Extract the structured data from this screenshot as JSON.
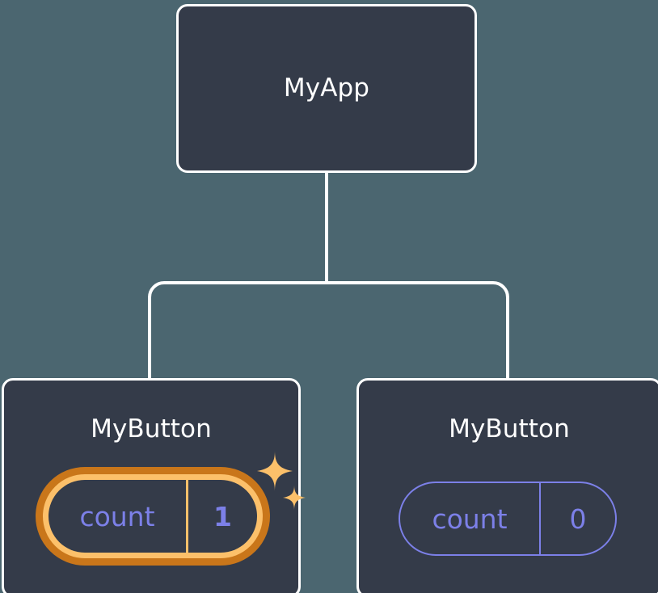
{
  "diagram": {
    "type": "component-tree",
    "background_color": "#4b6670",
    "node_fill_color": "#343b49",
    "node_border_color": "#ffffff",
    "edge_color": "#ffffff",
    "state_color": "#7c80e8",
    "highlight_outer_color": "#c9761a",
    "highlight_inner_color": "#fcc06a",
    "root": {
      "label": "MyApp"
    },
    "children": [
      {
        "label": "MyButton",
        "state": {
          "key": "count",
          "value": "1"
        },
        "highlighted": true,
        "sparkle_icons": [
          "sparkle-large-icon",
          "sparkle-small-icon"
        ]
      },
      {
        "label": "MyButton",
        "state": {
          "key": "count",
          "value": "0"
        },
        "highlighted": false,
        "sparkle_icons": []
      }
    ]
  }
}
